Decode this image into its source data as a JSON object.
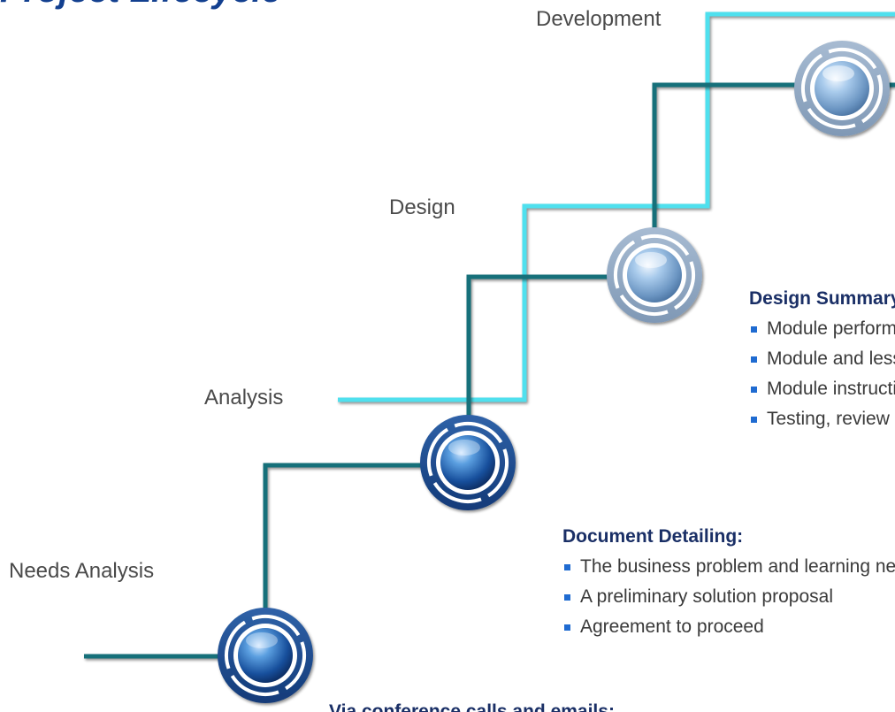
{
  "title_fragment": "Project Lifecycle",
  "stages": {
    "needs_analysis": "Needs  Analysis",
    "analysis": "Analysis",
    "design": "Design",
    "development": "Development"
  },
  "design_summary": {
    "heading": "Design Summary:",
    "items": [
      "Module performance objectives",
      "Module and lesson structure",
      "Module instructional strategies",
      "Testing, review and sign-off"
    ]
  },
  "document_detailing": {
    "heading": "Document Detailing:",
    "items": [
      "The business problem and learning needs",
      "A preliminary solution proposal",
      "Agreement to proceed"
    ]
  },
  "conference": {
    "heading": "Via conference calls and emails:"
  },
  "colors": {
    "steps_teal": "#15707a",
    "steps_cyan": "#4fe0ee",
    "node_active": "#1a4f95",
    "node_inactive": "#8ea6c0",
    "heading_navy": "#1a2f66",
    "bullet_blue": "#1f6bd1",
    "title_blue": "#123f8f"
  },
  "icons": {
    "node": "cycle-arrows-sphere-icon",
    "bullet": "square-bullet-icon"
  }
}
